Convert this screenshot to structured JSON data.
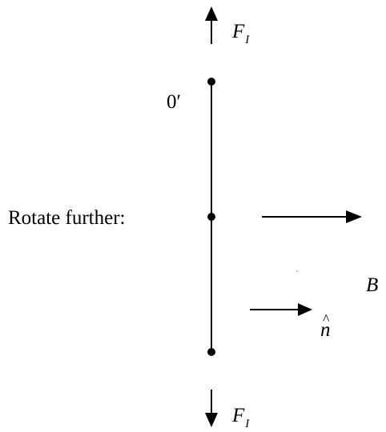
{
  "labels": {
    "force_top_main": "F",
    "force_top_sub": "I",
    "force_bottom_main": "F",
    "force_bottom_sub": "I",
    "pivot": "0′",
    "caption": "Rotate further:",
    "field": "B",
    "normal_main": "n",
    "normal_hat": "^"
  },
  "colors": {
    "ink": "#000000",
    "background": "#ffffff"
  }
}
